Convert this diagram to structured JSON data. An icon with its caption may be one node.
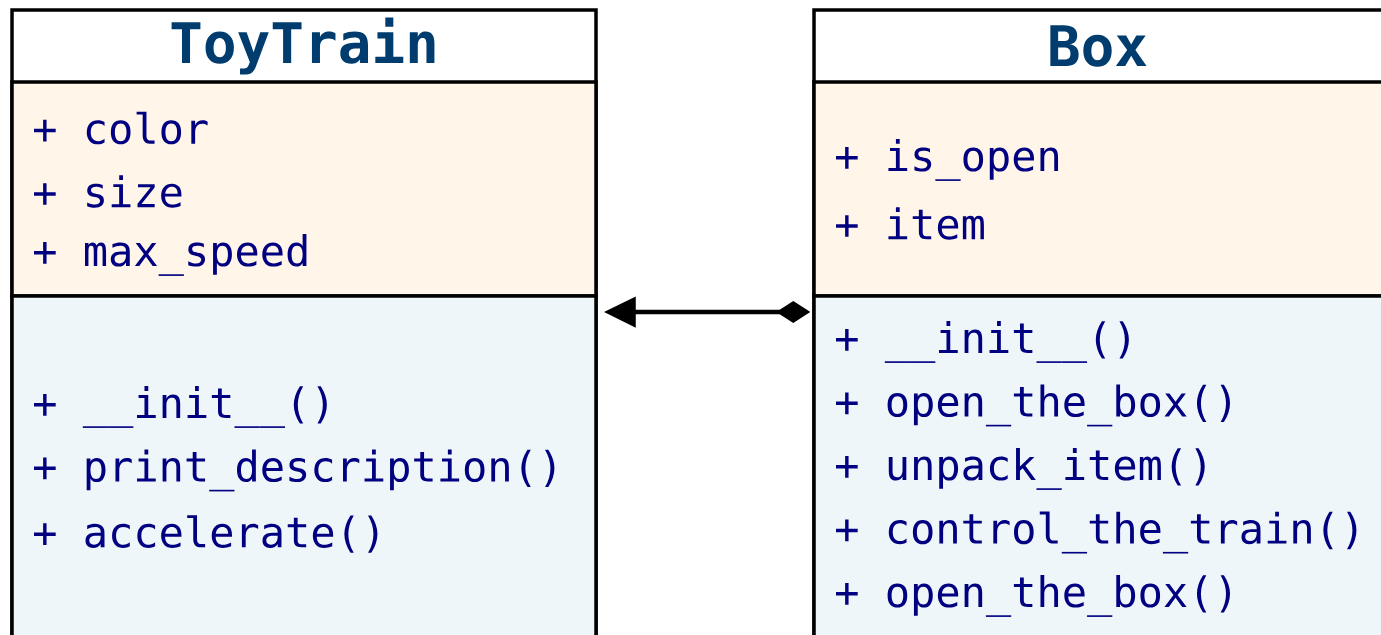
{
  "diagram": {
    "nodes": [
      {
        "text": [
          "ToyTrain"
        ]
      },
      {
        "text": [
          "+ color",
          "+ size",
          "+ max_speed"
        ],
        "in": 0
      },
      {
        "text": [
          "+ __init__()",
          "+ print_description()",
          "+ accelerate()"
        ],
        "in": 0
      },
      {
        "text": [
          "Box"
        ]
      },
      {
        "text": [
          "+ is_open",
          "+ item"
        ],
        "in": 3
      },
      {
        "text": [
          "+ __init__()",
          "+ open_the_box()",
          "+ unpack_item()",
          "+ control_the_train()",
          "+ open_the_box()"
        ],
        "in": 3
      }
    ],
    "edges": [
      {
        "from": 5,
        "to": 2,
        "arrow": "to"
      }
    ]
  }
}
